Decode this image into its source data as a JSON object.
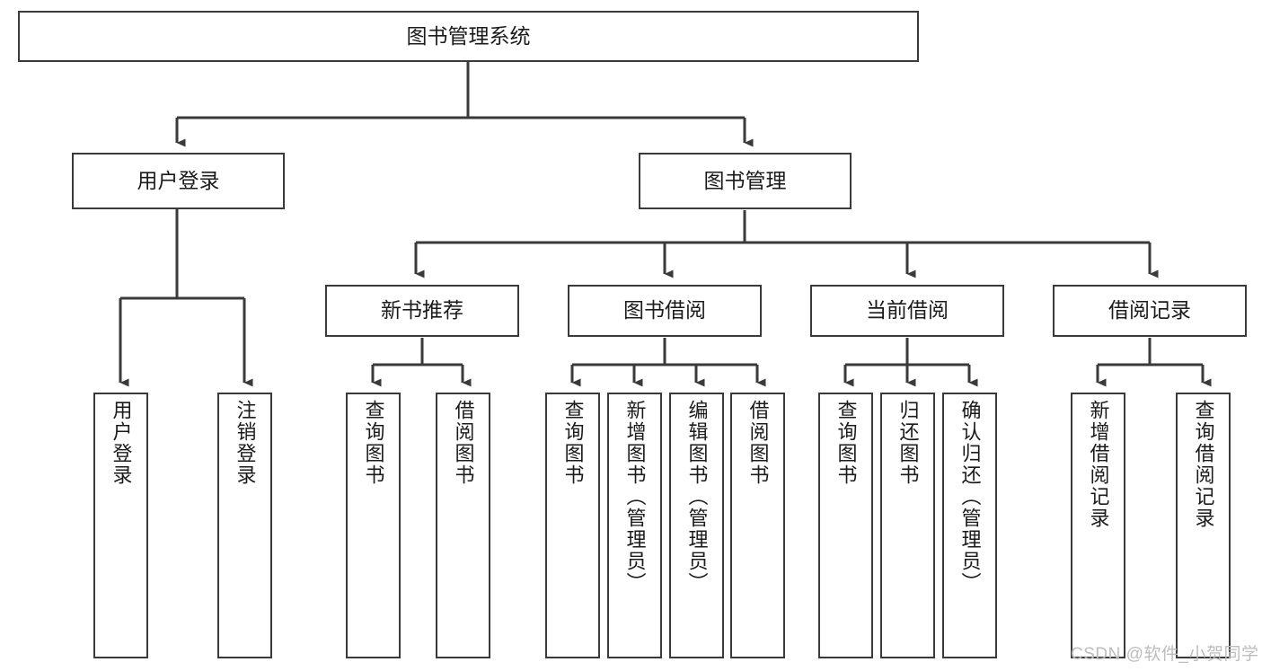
{
  "diagram": {
    "title": "图书管理系统",
    "type": "tree-hierarchy-chart",
    "colors": {
      "box_border": "#3a3a3a",
      "box_fill": "#ffffff",
      "edge": "#3a3a3a",
      "text": "#1b1b1b",
      "watermark": "#bdbdbd",
      "background": "#ffffff"
    },
    "root": {
      "label": "图书管理系统"
    },
    "level2": [
      {
        "label": "用户登录"
      },
      {
        "label": "图书管理"
      }
    ],
    "level3": [
      {
        "label": "新书推荐"
      },
      {
        "label": "图书借阅"
      },
      {
        "label": "当前借阅"
      },
      {
        "label": "借阅记录"
      }
    ],
    "leaves": {
      "user_login": [
        {
          "label": "用户登录"
        },
        {
          "label": "注销登录"
        }
      ],
      "new_book_recommend": [
        {
          "label": "查询图书"
        },
        {
          "label": "借阅图书"
        }
      ],
      "book_borrow": [
        {
          "label": "查询图书"
        },
        {
          "label": "新增图书（管理员）"
        },
        {
          "label": "编辑图书（管理员）"
        },
        {
          "label": "借阅图书"
        }
      ],
      "current_borrow": [
        {
          "label": "查询图书"
        },
        {
          "label": "归还图书"
        },
        {
          "label": "确认归还（管理员）"
        }
      ],
      "borrow_record": [
        {
          "label": "新增借阅记录"
        },
        {
          "label": "查询借阅记录"
        }
      ]
    }
  },
  "watermark": {
    "text": "CSDN @软件_小贺同学"
  }
}
